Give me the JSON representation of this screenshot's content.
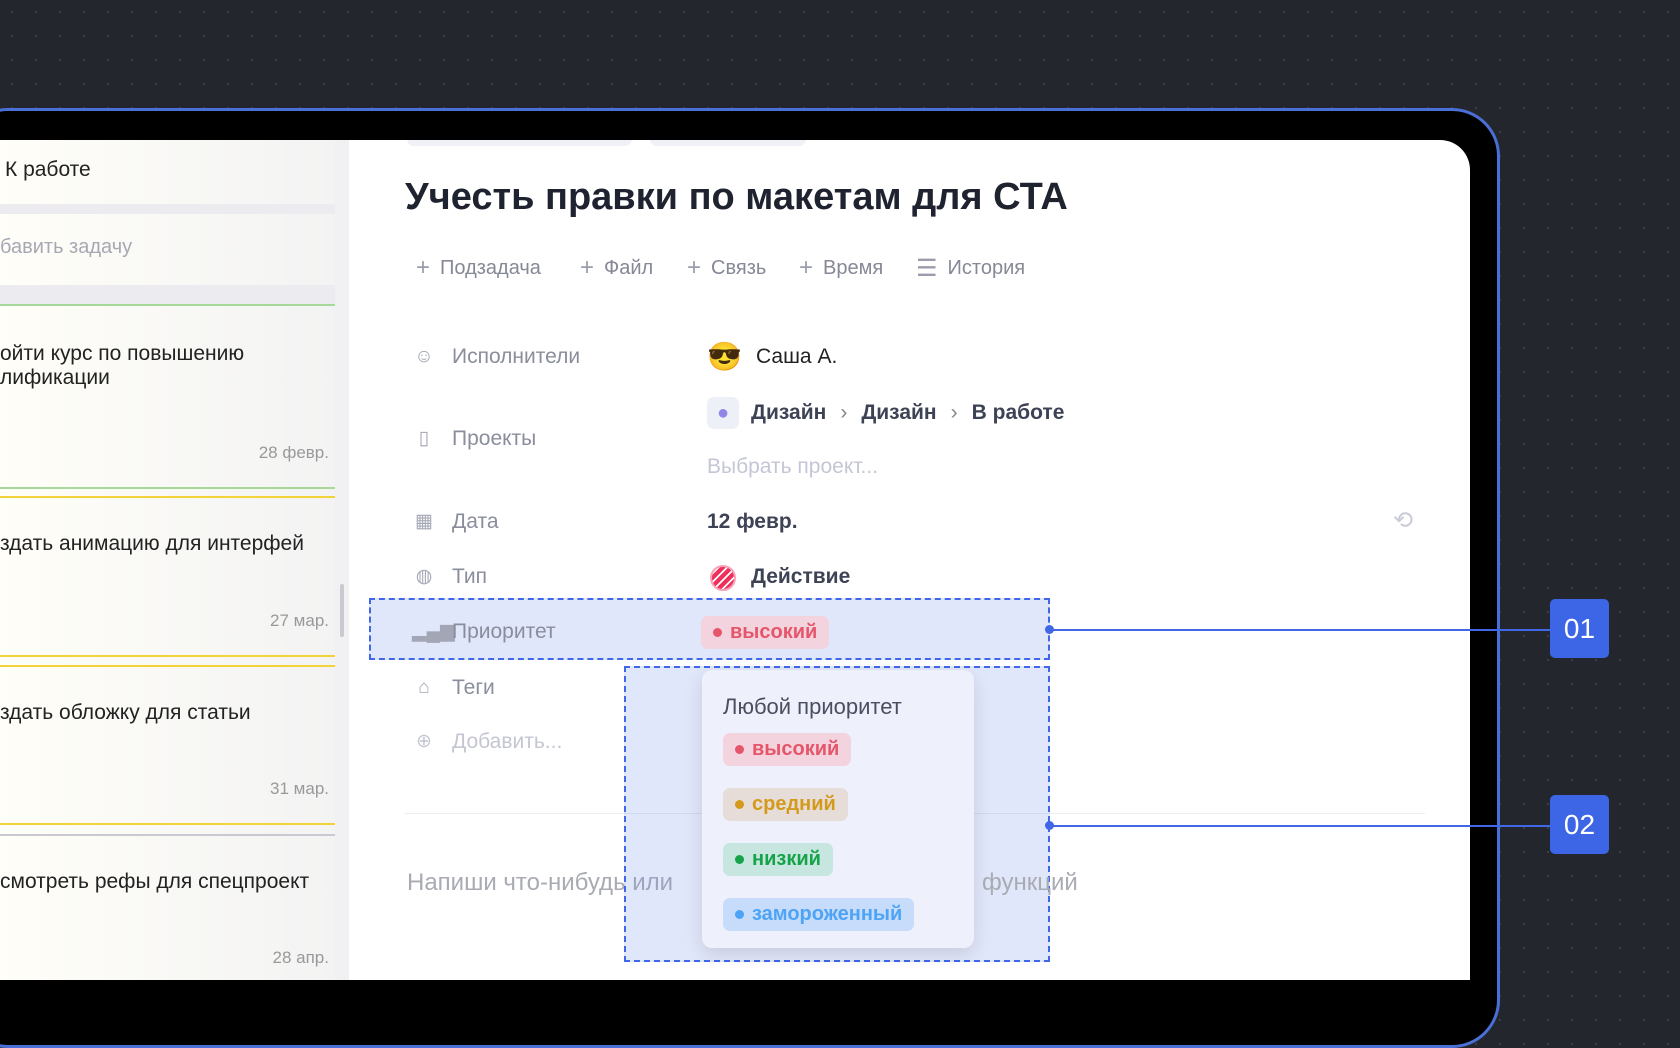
{
  "list": {
    "header": "К работе",
    "add_task": "бавить задачу",
    "cards": [
      {
        "title": "ойти курс по повышению\nлификации",
        "date": "28 февр.",
        "color": "#a6d89a"
      },
      {
        "title": "здать анимацию для интерфей",
        "date": "27 мар.",
        "color": "#f2d43a"
      },
      {
        "title": "здать обложку для статьи",
        "date": "31 мар.",
        "color": "#f2d43a"
      },
      {
        "title": "смотреть рефы для спецпроект",
        "date": "28 апр.",
        "color": "#c9c9d2"
      }
    ]
  },
  "task": {
    "title": "Учесть правки по макетам для СТА",
    "toolbar": [
      "Подзадача",
      "Файл",
      "Связь",
      "Время",
      "История"
    ],
    "fields": {
      "assignees_label": "Исполнители",
      "assignee": "Саша А.",
      "projects_label": "Проекты",
      "project_path": [
        "Дизайн",
        "Дизайн",
        "В работе"
      ],
      "project_placeholder": "Выбрать проект...",
      "date_label": "Дата",
      "date": "12 февр.",
      "type_label": "Тип",
      "type": "Действие",
      "priority_label": "Приоритет",
      "priority": "высокий",
      "tags_label": "Теги",
      "add_label": "Добавить..."
    },
    "editor_placeholder_start": "Напиши что-нибудь или",
    "editor_placeholder_end": "функций"
  },
  "priority_menu": {
    "any": "Любой приоритет",
    "options": [
      {
        "label": "высокий",
        "color": "#e5566b",
        "bg": "#f3d3dd"
      },
      {
        "label": "средний",
        "color": "#d49a1c",
        "bg": "#e6ddd8"
      },
      {
        "label": "низкий",
        "color": "#16a34a",
        "bg": "#c6e6df"
      },
      {
        "label": "замороженный",
        "color": "#4da3f5",
        "bg": "#c6dcfa"
      }
    ]
  },
  "callouts": [
    "01",
    "02"
  ]
}
